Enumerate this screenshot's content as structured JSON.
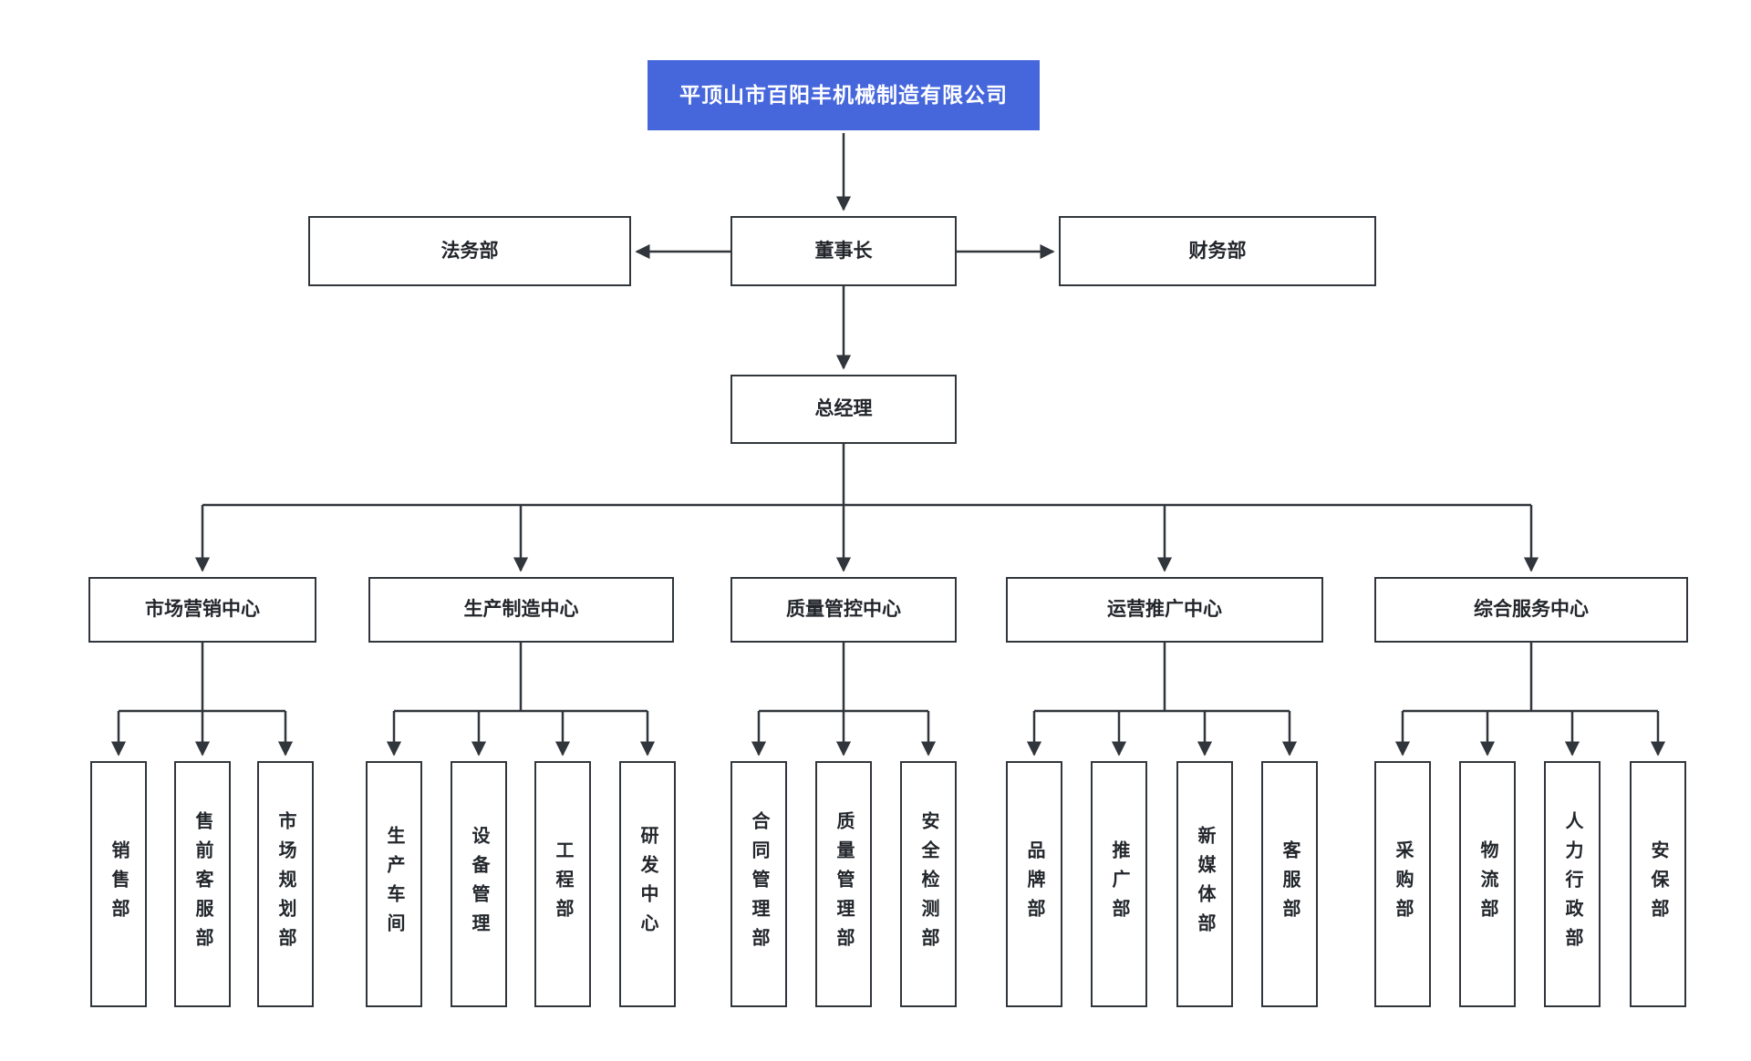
{
  "org": {
    "root": "平顶山市百阳丰机械制造有限公司",
    "chairman": "董事长",
    "legal": "法务部",
    "finance": "财务部",
    "general_manager": "总经理",
    "centers": [
      {
        "label": "市场营销中心",
        "departments": [
          "销售部",
          "售前客服部",
          "市场规划部"
        ]
      },
      {
        "label": "生产制造中心",
        "departments": [
          "生产车间",
          "设备管理",
          "工程部",
          "研发中心"
        ]
      },
      {
        "label": "质量管控中心",
        "departments": [
          "合同管理部",
          "质量管理部",
          "安全检测部"
        ]
      },
      {
        "label": "运营推广中心",
        "departments": [
          "品牌部",
          "推广部",
          "新媒体部",
          "客服部"
        ]
      },
      {
        "label": "综合服务中心",
        "departments": [
          "采购部",
          "物流部",
          "人力行政部",
          "安保部"
        ]
      }
    ]
  },
  "colors": {
    "root_background": "#4667DC",
    "root_text": "#ffffff",
    "box_border": "#31363c",
    "box_text": "#22262b",
    "connector_line": "#31363c",
    "page_background": "#ffffff"
  }
}
